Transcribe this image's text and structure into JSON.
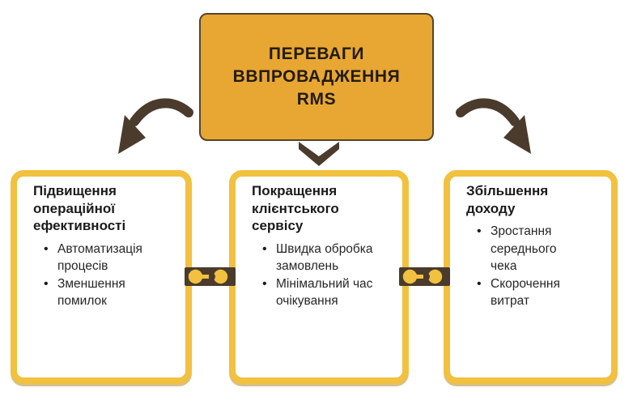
{
  "colors": {
    "background": "#ffffff",
    "header_fill": "#E8A733",
    "header_border": "#55452B",
    "card_border_yellow": "#F1C13F",
    "dark_brown": "#4A3B2C",
    "title_text": "#221B10",
    "body_text": "#262626"
  },
  "header": {
    "title_lines": [
      "ПЕРЕВАГИ",
      "ВВПРОВАДЖЕННЯ",
      "RMS"
    ]
  },
  "cards": [
    {
      "title": "Підвищення\nопераційної\nефективності",
      "bullets": [
        "Автоматизація\nпроцесів",
        "Зменшення\nпомилок"
      ]
    },
    {
      "title": "Покращення\nклієнтського\nсервісу",
      "bullets": [
        "Швидка обробка\nзамовлень",
        "Мінімальний час\nочікування"
      ]
    },
    {
      "title": "Збільшення\nдоходу",
      "bullets": [
        "Зростання\nсереднього\nчека",
        "Скорочення\nвитрат"
      ]
    }
  ],
  "icons": {
    "arrow_left": "curved-arrow-down-left",
    "arrow_down": "chevron-down-arrow",
    "arrow_right": "curved-arrow-down-right",
    "connector": "chain-link"
  }
}
